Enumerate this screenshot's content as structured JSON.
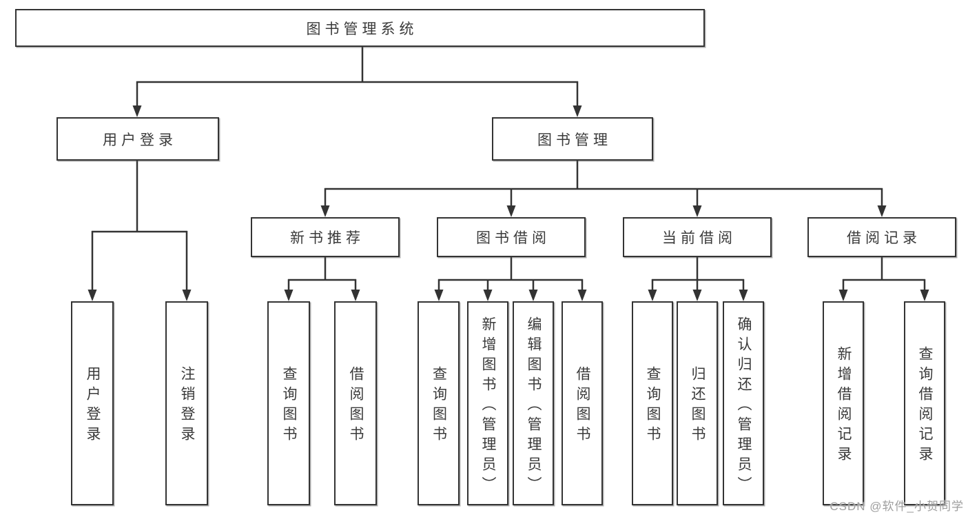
{
  "tree": {
    "root": {
      "label": "图书管理系统"
    },
    "level2": [
      {
        "label": "用户登录",
        "children": [
          {
            "label": "用户登录"
          },
          {
            "label": "注销登录"
          }
        ]
      },
      {
        "label": "图书管理",
        "children": [
          {
            "label": "新书推荐",
            "children": [
              {
                "label": "查询图书"
              },
              {
                "label": "借阅图书"
              }
            ]
          },
          {
            "label": "图书借阅",
            "children": [
              {
                "label": "查询图书"
              },
              {
                "label": "新增图书（管理员）"
              },
              {
                "label": "编辑图书（管理员）"
              },
              {
                "label": "借阅图书"
              }
            ]
          },
          {
            "label": "当前借阅",
            "children": [
              {
                "label": "查询图书"
              },
              {
                "label": "归还图书"
              },
              {
                "label": "确认归还（管理员）"
              }
            ]
          },
          {
            "label": "借阅记录",
            "children": [
              {
                "label": "新增借阅记录"
              },
              {
                "label": "查询借阅记录"
              }
            ]
          }
        ]
      }
    ]
  },
  "watermark": {
    "text": "CSDN @软件_小贺同学"
  },
  "colors": {
    "line": "#333333",
    "box_border": "#333333",
    "box_fill": "#ffffff",
    "text": "#3a3a3a",
    "watermark": "#9e9e9e",
    "background": "#ffffff"
  }
}
